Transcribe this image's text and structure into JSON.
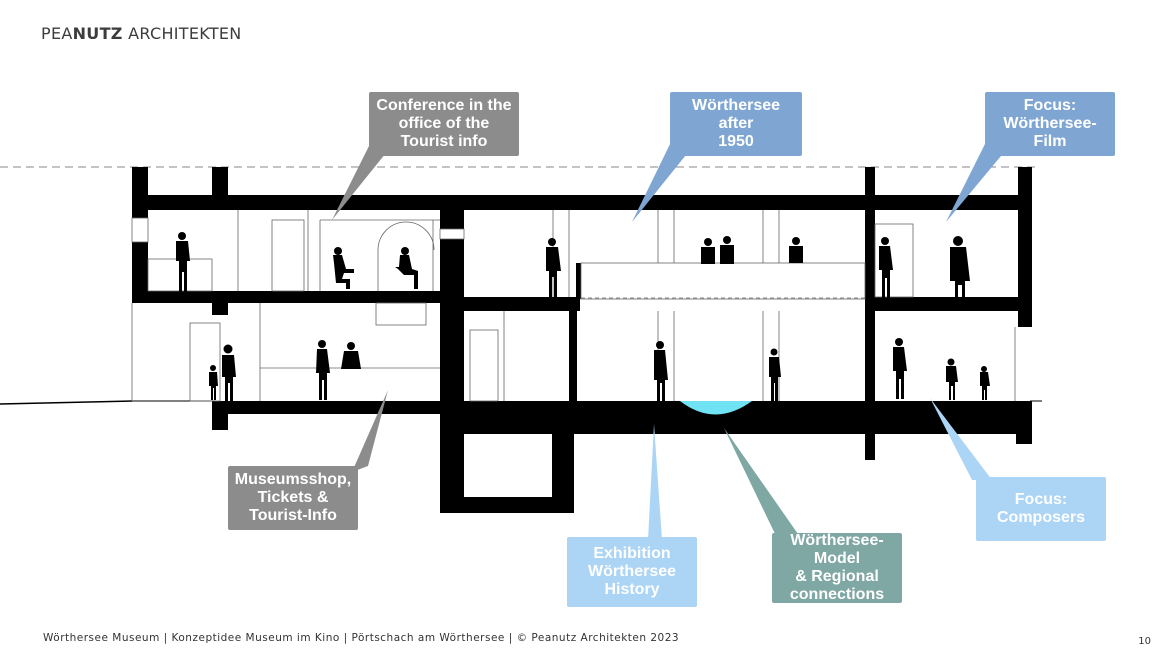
{
  "header": {
    "logo_light": "PEA",
    "logo_bold": "NUTZ",
    "logo_rest": " ARCHITEKTEN"
  },
  "callouts": [
    {
      "id": "conference",
      "text": "Conference in the\noffice of the\nTourist info",
      "color": "#8c8c8c"
    },
    {
      "id": "after1950",
      "text": "Wörthersee after\n1950",
      "color": "#7fa6d2"
    },
    {
      "id": "film",
      "text": "Focus:\nWörthersee-Film",
      "color": "#7fa6d2"
    },
    {
      "id": "shop",
      "text": "Museumsshop,\nTickets &\nTourist-Info",
      "color": "#8c8c8c"
    },
    {
      "id": "history",
      "text": "Exhibition\nWörthersee\nHistory",
      "color": "#acd4f5"
    },
    {
      "id": "model",
      "text": "Wörthersee-Model\n& Regional\nconnections",
      "color": "#7fa7a3"
    },
    {
      "id": "composers",
      "text": "Focus:\nComposers",
      "color": "#acd4f5"
    }
  ],
  "colors": {
    "structure": "#000000",
    "water": "#6fe3f3"
  },
  "footer": {
    "text": "Wörthersee Museum | Konzeptidee Museum im Kino | Pörtschach am Wörthersee | © Peanutz Architekten 2023",
    "page_number": "10"
  }
}
